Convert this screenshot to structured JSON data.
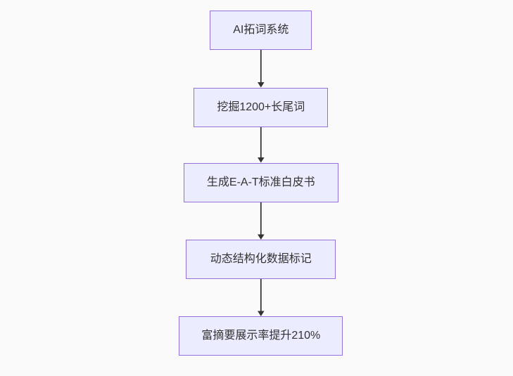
{
  "flowchart": {
    "type": "flowchart",
    "direction": "top-down",
    "nodes": [
      {
        "id": "1",
        "label": "AI拓词系统"
      },
      {
        "id": "2",
        "label": "挖掘1200+长尾词"
      },
      {
        "id": "3",
        "label": "生成E-A-T标准白皮书"
      },
      {
        "id": "4",
        "label": "动态结构化数据标记"
      },
      {
        "id": "5",
        "label": "富摘要展示率提升210%"
      }
    ],
    "edges": [
      {
        "from": "1",
        "to": "2"
      },
      {
        "from": "2",
        "to": "3"
      },
      {
        "from": "3",
        "to": "4"
      },
      {
        "from": "4",
        "to": "5"
      }
    ],
    "colors": {
      "background": "#fafafa",
      "node_fill": "#ececff",
      "node_border": "#9370db",
      "node_text": "#333333",
      "edge": "#333333"
    }
  }
}
